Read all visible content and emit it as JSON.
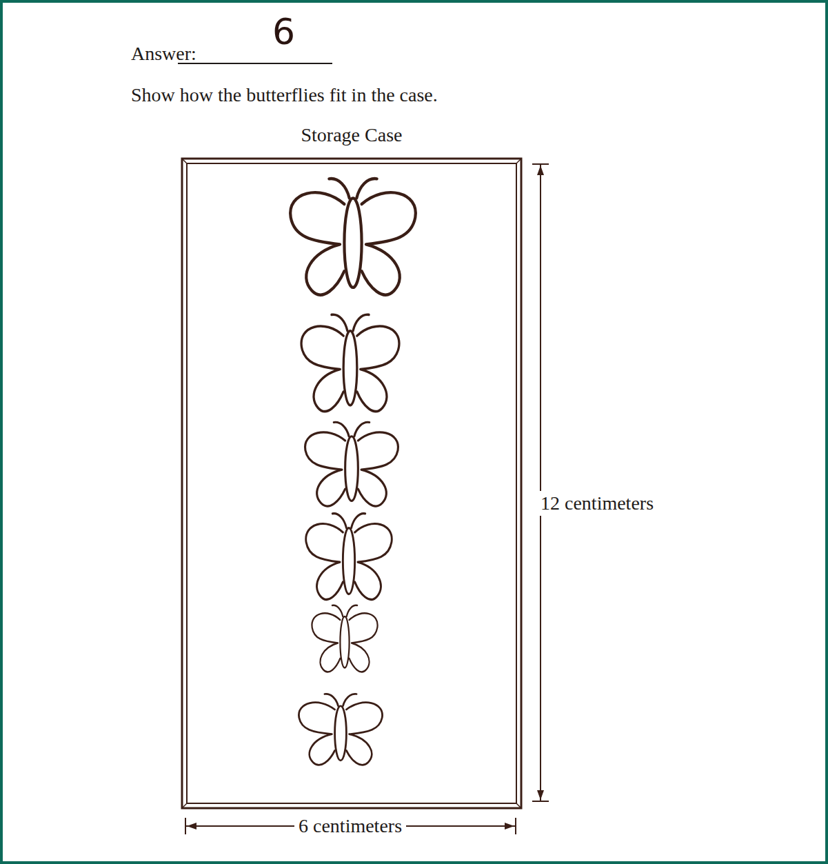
{
  "diagram": {
    "nodes": [
      {
        "text": [
          "Storage Case"
        ]
      }
    ],
    "labels": [
      "Answer:",
      "6",
      "Show how the butterflies fit in the case.",
      "12 centimeters",
      "6 centimeters"
    ]
  }
}
